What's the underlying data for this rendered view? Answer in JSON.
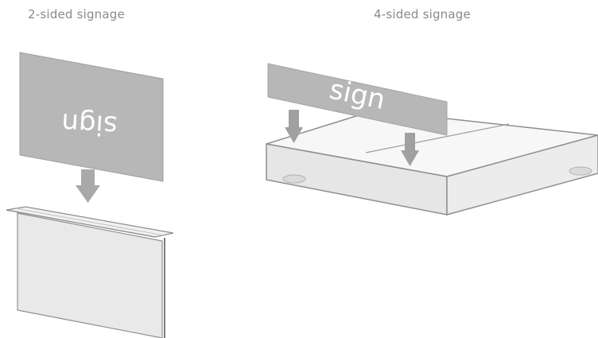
{
  "captions": {
    "two_sided": "2-sided signage",
    "four_sided": "4-sided signage"
  },
  "signs": {
    "two_sided_text": "sign",
    "four_sided_text": "sign"
  },
  "colors": {
    "sign_panel": "#b7b7b7",
    "holder_fill": "#e9e9e9",
    "holder_stroke": "#8f8f8f",
    "arrow": "#a9a9a9",
    "caption": "#8a8a8a"
  }
}
